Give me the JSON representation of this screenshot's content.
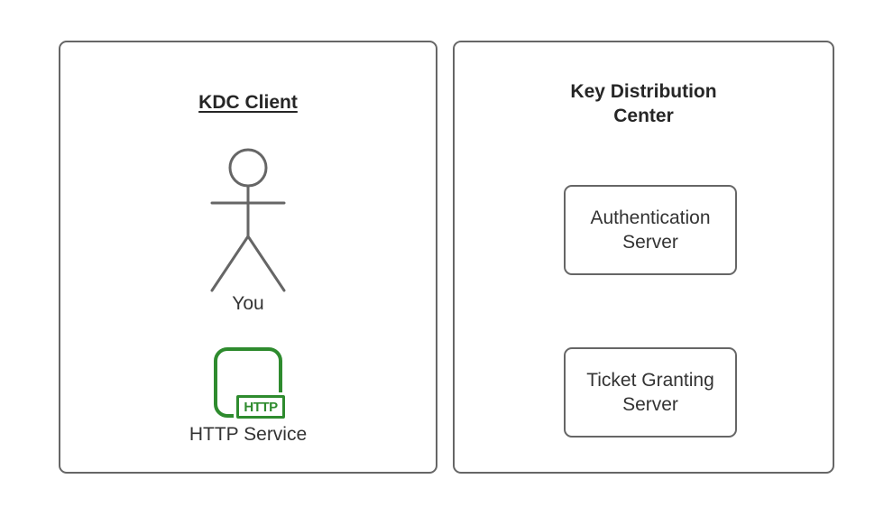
{
  "left_panel": {
    "title": "KDC Client",
    "actor_label": "You",
    "badge_text": "HTTP",
    "service_label": "HTTP Service"
  },
  "right_panel": {
    "title": "Key Distribution Center",
    "servers": [
      {
        "label": "Authentication Server"
      },
      {
        "label": "Ticket Granting Server"
      }
    ]
  },
  "icons": {
    "actor": "stick-figure-icon",
    "http_service": "http-service-icon"
  },
  "colors": {
    "outline_gray": "#666666",
    "accent_green": "#2e8b2e",
    "text": "#333333",
    "background": "#ffffff"
  }
}
